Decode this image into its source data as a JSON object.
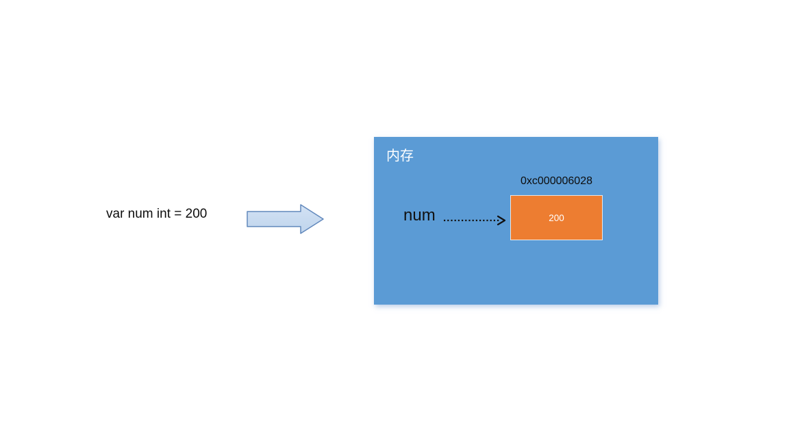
{
  "diagram": {
    "code_text": "var num int = 200",
    "memory": {
      "label": "内存",
      "address": "0xc000006028",
      "variable": "num",
      "value": "200"
    },
    "colors": {
      "memory_bg": "#5B9BD5",
      "value_bg": "#ED7D31",
      "arrow_fill": "#C9DCF2",
      "arrow_border": "#6188BC",
      "text_dark": "#0d0d0d",
      "text_white": "#FFFFFF"
    }
  }
}
